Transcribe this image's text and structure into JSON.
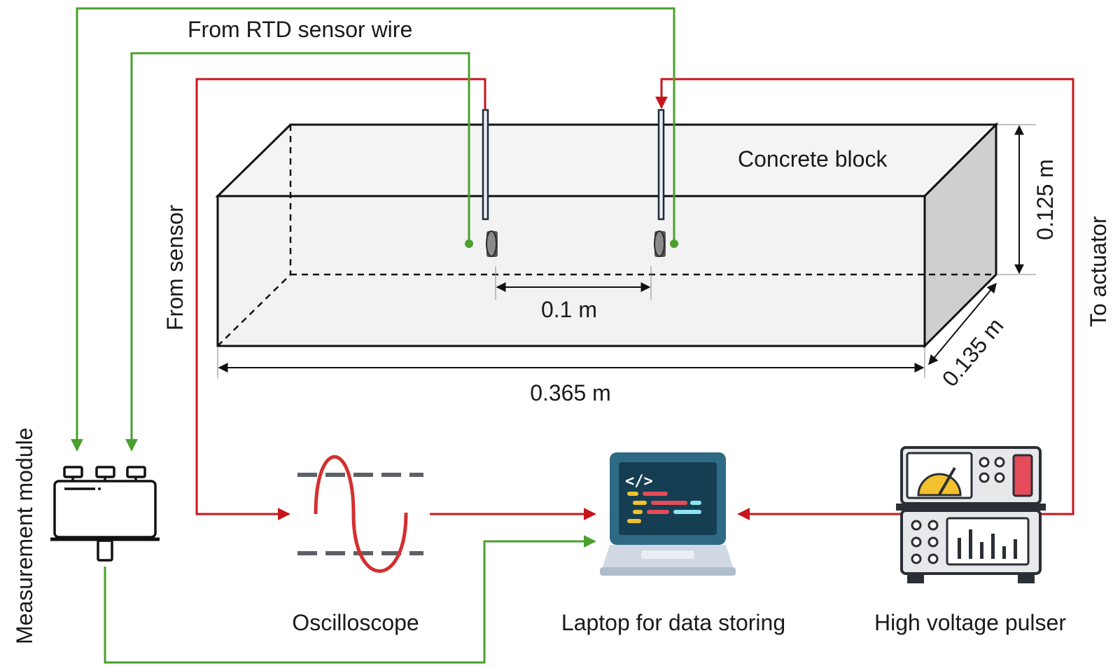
{
  "labels": {
    "rtd_wire": "From RTD sensor wire",
    "from_sensor": "From sensor",
    "to_actuator": "To actuator",
    "measurement_module": "Measurement module",
    "concrete_block": "Concrete block",
    "oscilloscope": "Oscilloscope",
    "laptop": "Laptop for data storing",
    "pulser": "High voltage pulser"
  },
  "dimensions": {
    "spacing": "0.1 m",
    "length": "0.365 m",
    "height": "0.125 m",
    "depth": "0.135 m"
  },
  "colors": {
    "signal_wire": "#c8161d",
    "rtd_wire": "#4aa02c",
    "block_face": "#f2f2f2",
    "block_side": "#cfcfcf"
  },
  "icons": {
    "module": "measurement-module-icon",
    "oscilloscope": "sine-wave-icon",
    "laptop": "laptop-code-icon",
    "pulser": "pulser-device-icon"
  }
}
